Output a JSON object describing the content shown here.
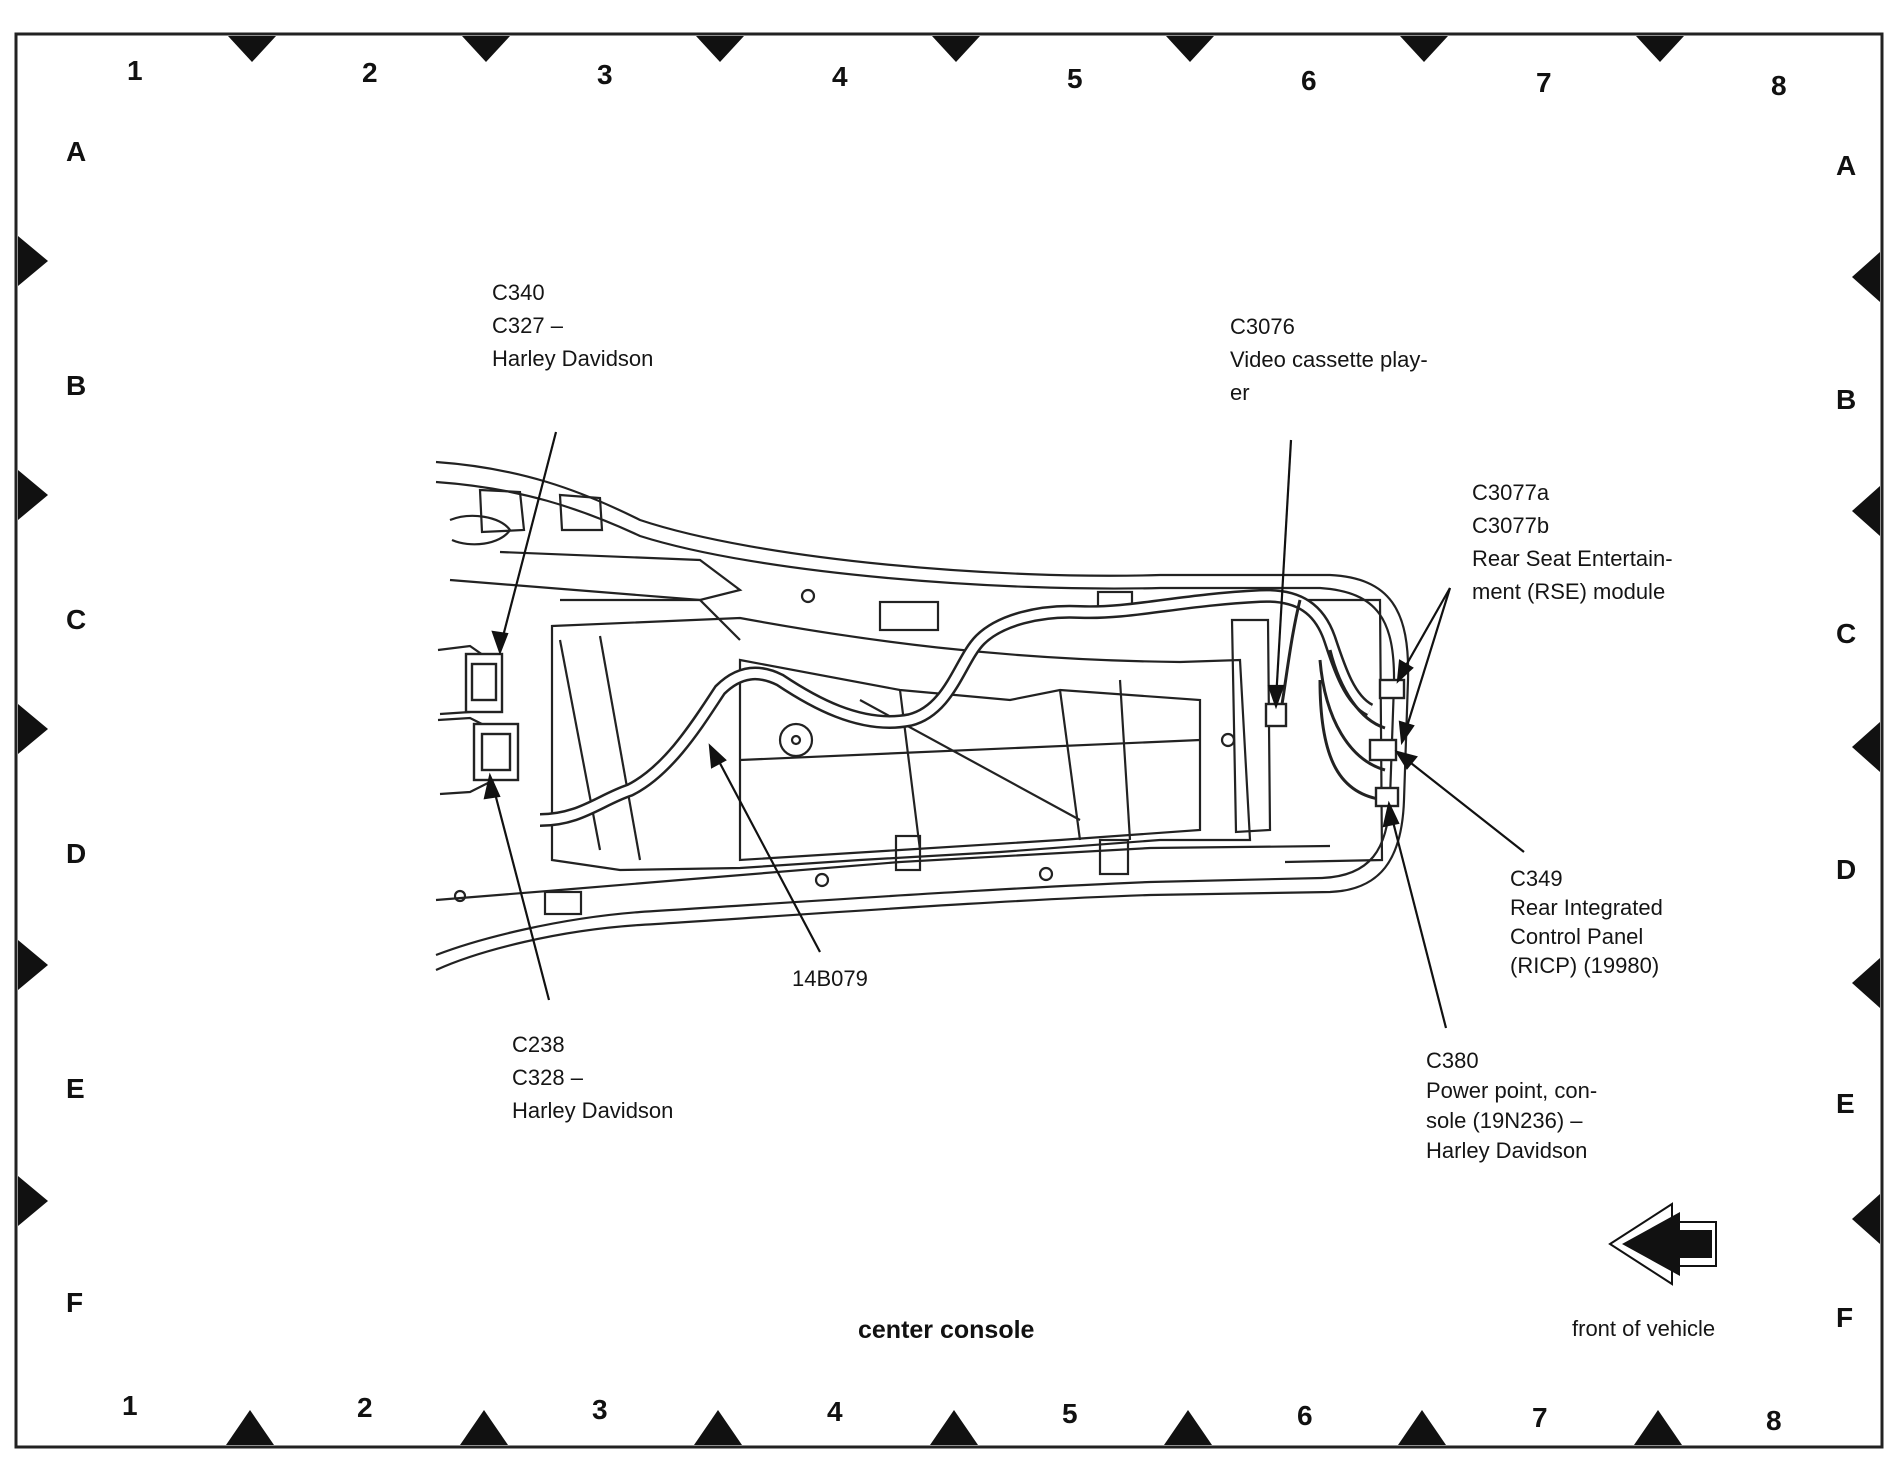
{
  "grid": {
    "columns": [
      "1",
      "2",
      "3",
      "4",
      "5",
      "6",
      "7",
      "8"
    ],
    "rows": [
      "A",
      "B",
      "C",
      "D",
      "E",
      "F"
    ]
  },
  "title": "center console",
  "orientation_label": "front of vehicle",
  "callouts": {
    "c340": {
      "lines": [
        "C340",
        "C327 –",
        "Harley Davidson"
      ]
    },
    "c3076": {
      "lines": [
        "C3076",
        "Video cassette play-",
        "er"
      ]
    },
    "c3077": {
      "lines": [
        "C3077a",
        "C3077b",
        "Rear Seat Entertain-",
        "ment (RSE) module"
      ]
    },
    "c349": {
      "lines": [
        "C349",
        "Rear Integrated",
        "Control Panel",
        "(RICP) (19980)"
      ]
    },
    "c380": {
      "lines": [
        "C380",
        "Power point, con-",
        "sole (19N236) –",
        "Harley Davidson"
      ]
    },
    "c238": {
      "lines": [
        "C238",
        "C328 –",
        "Harley Davidson"
      ]
    },
    "harness": {
      "lines": [
        "14B079"
      ]
    }
  }
}
